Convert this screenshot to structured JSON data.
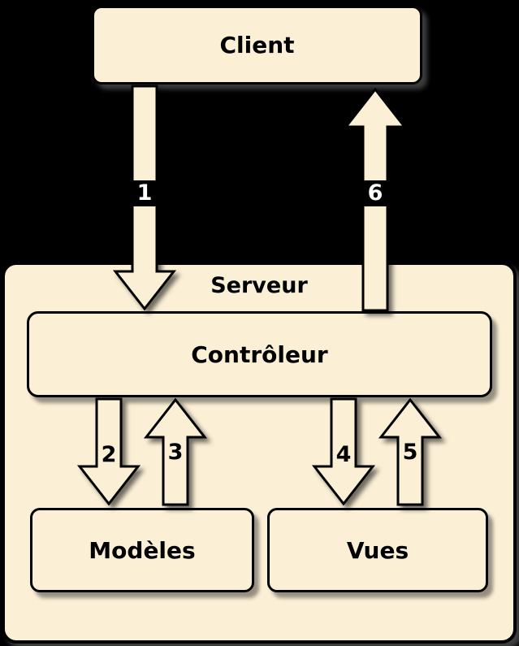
{
  "diagram": {
    "background_color": "#000000",
    "box_fill_color": "#FBEFD6",
    "border_color": "#000000",
    "nodes": {
      "client": "Client",
      "server": "Serveur",
      "controller": "Contrôleur",
      "models": "Modèles",
      "views": "Vues"
    },
    "arrows": [
      {
        "label": "1",
        "from": "Client",
        "to": "Contrôleur",
        "direction": "down",
        "label_text_color": "#FFFFFF",
        "label_bg_color": "#000000"
      },
      {
        "label": "2",
        "from": "Contrôleur",
        "to": "Modèles",
        "direction": "down",
        "label_text_color": "#000000",
        "label_bg_color": "transparent"
      },
      {
        "label": "3",
        "from": "Modèles",
        "to": "Contrôleur",
        "direction": "up",
        "label_text_color": "#000000",
        "label_bg_color": "transparent"
      },
      {
        "label": "4",
        "from": "Contrôleur",
        "to": "Vues",
        "direction": "down",
        "label_text_color": "#000000",
        "label_bg_color": "transparent"
      },
      {
        "label": "5",
        "from": "Vues",
        "to": "Contrôleur",
        "direction": "up",
        "label_text_color": "#000000",
        "label_bg_color": "transparent"
      },
      {
        "label": "6",
        "from": "Contrôleur",
        "to": "Client",
        "direction": "up",
        "label_text_color": "#FFFFFF",
        "label_bg_color": "#000000"
      }
    ]
  }
}
